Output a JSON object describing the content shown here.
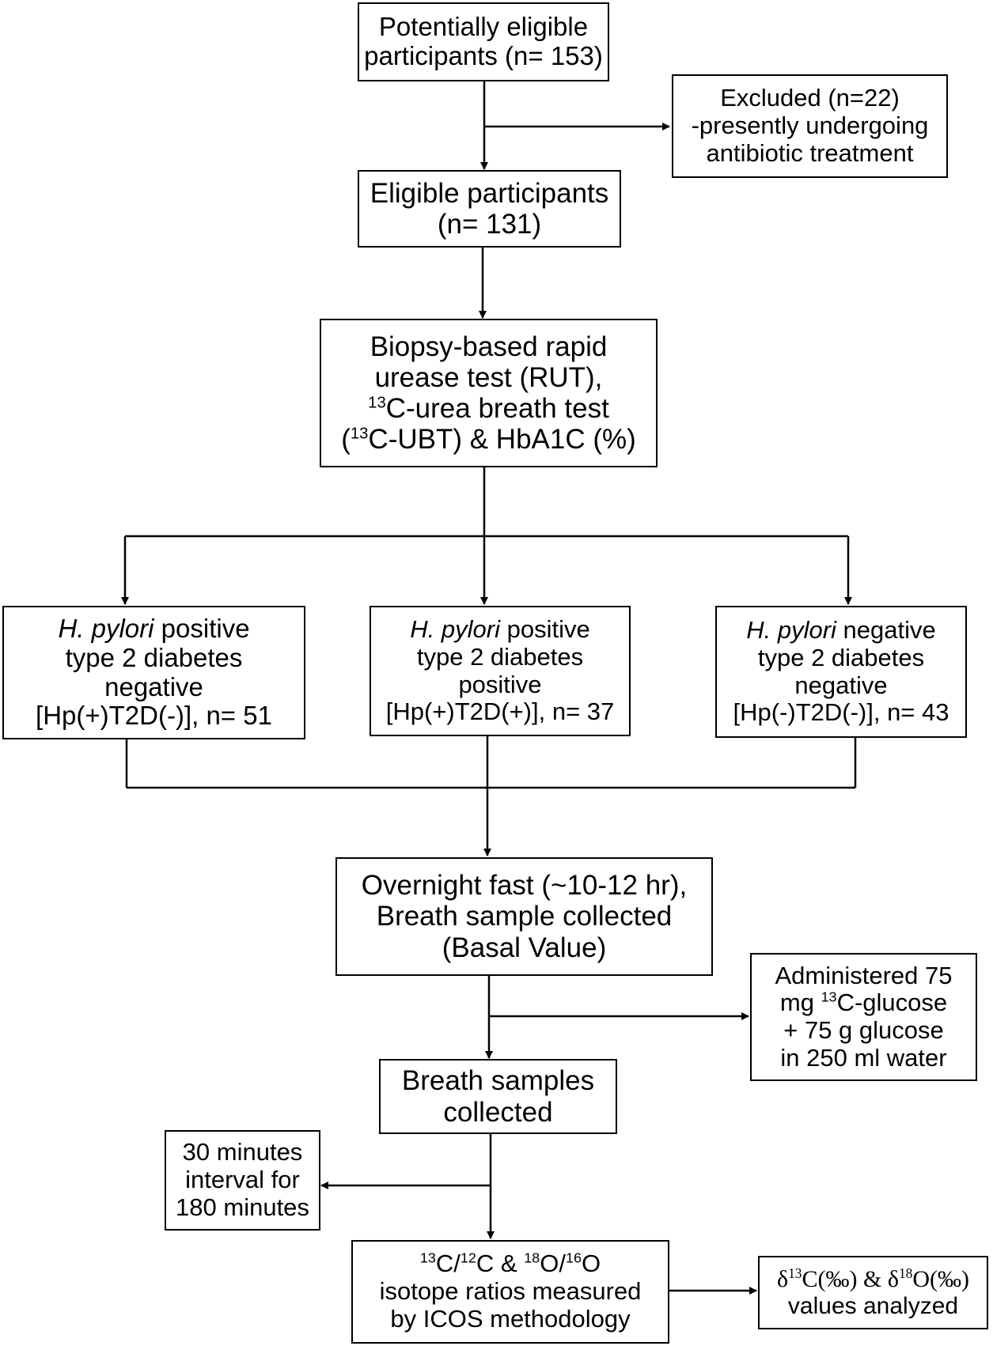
{
  "nodes": {
    "potentially_eligible": {
      "line1": "Potentially eligible",
      "line2": "participants (n= 153)"
    },
    "excluded": {
      "line1": "Excluded (n=22)",
      "line2": "-presently undergoing",
      "line3": "antibiotic treatment"
    },
    "eligible": {
      "line1": "Eligible participants",
      "line2": "(n= 131)"
    },
    "tests": {
      "line1": "Biopsy-based rapid",
      "line2": "urease test (RUT),",
      "line3_sup": "13",
      "line3_text": "C-urea breath test",
      "line4_open": "(",
      "line4_sup": "13",
      "line4_text": "C-UBT) & HbA1C (%)"
    },
    "group_a": {
      "italic": "H. pylori",
      "line1_rest": " positive",
      "line2": "type 2 diabetes",
      "line3": "negative",
      "line4": "[Hp(+)T2D(-)], n= 51"
    },
    "group_b": {
      "italic": "H. pylori",
      "line1_rest": " positive",
      "line2": "type 2 diabetes",
      "line3": "positive",
      "line4": "[Hp(+)T2D(+)], n= 37"
    },
    "group_c": {
      "italic": "H. pylori",
      "line1_rest": " negative",
      "line2": "type 2 diabetes",
      "line3": "negative",
      "line4": "[Hp(-)T2D(-)], n= 43"
    },
    "overnight_fast": {
      "line1": "Overnight fast (~10-12 hr),",
      "line2": "Breath sample collected",
      "line3": "(Basal Value)"
    },
    "administered": {
      "line1": "Administered 75",
      "line2_pre": "mg ",
      "line2_sup": "13",
      "line2_text": "C-glucose",
      "line3": "+ 75 g glucose",
      "line4": "in 250 ml water"
    },
    "breath_samples": {
      "line1": "Breath samples",
      "line2": "collected"
    },
    "interval": {
      "line1": "30 minutes",
      "line2": "interval for",
      "line3": "180 minutes"
    },
    "isotope": {
      "sup1": "13",
      "t1": "C/",
      "sup2": "12",
      "t2": "C & ",
      "sup3": "18",
      "t3": "O/",
      "sup4": "16",
      "t4": "O",
      "line2": "isotope ratios measured",
      "line3": "by ICOS methodology"
    },
    "delta_values": {
      "d1": "δ",
      "sup1": "13",
      "t1": "C(‰) & ",
      "d2": "δ",
      "sup2": "18",
      "t2": "O(‰)",
      "line2": "values analyzed"
    }
  },
  "colors": {
    "line": "#000000",
    "text": "#000000",
    "background": "#ffffff"
  }
}
